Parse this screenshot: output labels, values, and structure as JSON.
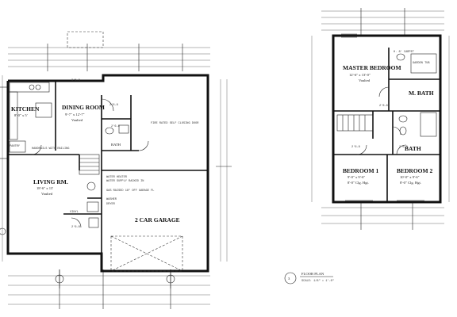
{
  "left_plan": {
    "kitchen": "KITCHEN",
    "kitchen_size": "8'-0\" x 5'",
    "dining": "DINING ROOM",
    "dining_size": "9'-7\" x 12'-7\"",
    "dining_note": "Vaulted",
    "living": "LIVING RM.",
    "living_size": "18'-6\" x 13'",
    "living_note": "Vaulted",
    "bath": "BATH",
    "garage": "2 CAR GARAGE",
    "pantry": "PANTRY",
    "vinyl": "VINYL",
    "fire_door": "FIRE RATED SELF CLOSING DOOR",
    "stair_note": "HANDRAILS WITH RAILING",
    "water_heater": "WATER HEATER",
    "water_note": "WATER SUPPLY RACKED IN",
    "garage_note": "GAS RAISED 18\" OFF GARAGE FL",
    "washer": "WASHER",
    "dryer": "DRYER",
    "door_a": "2'6-8",
    "door_b": "2'6-8",
    "door_c": "2'6-8",
    "door_d": "3'6-8"
  },
  "right_plan": {
    "master": "MASTER BEDROOM",
    "master_size": "12'-6\" x 13'-0\"",
    "master_note": "Vaulted",
    "m_bath": "M. BATH",
    "bath": "BATH",
    "bed1": "BEDROOM 1",
    "bed1_size": "9'-0\" x 9'-6\"",
    "bed1_note": "8'-0\" Clg. Hgt.",
    "bed2": "BEDROOM 2",
    "bed2_size": "10'-0\" x 9'-6\"",
    "bed2_note": "8'-0\" Clg. Hgt.",
    "carpet": "H. 8' CARPET",
    "tub": "GARDEN TUB",
    "door_a": "2'6-8",
    "door_b": "2'6-8",
    "door_c": "2'6-8"
  },
  "title_block": {
    "title": "FLOOR PLAN",
    "scale": "SCALE: 1/8\" = 1'-0\"",
    "number": "3"
  }
}
